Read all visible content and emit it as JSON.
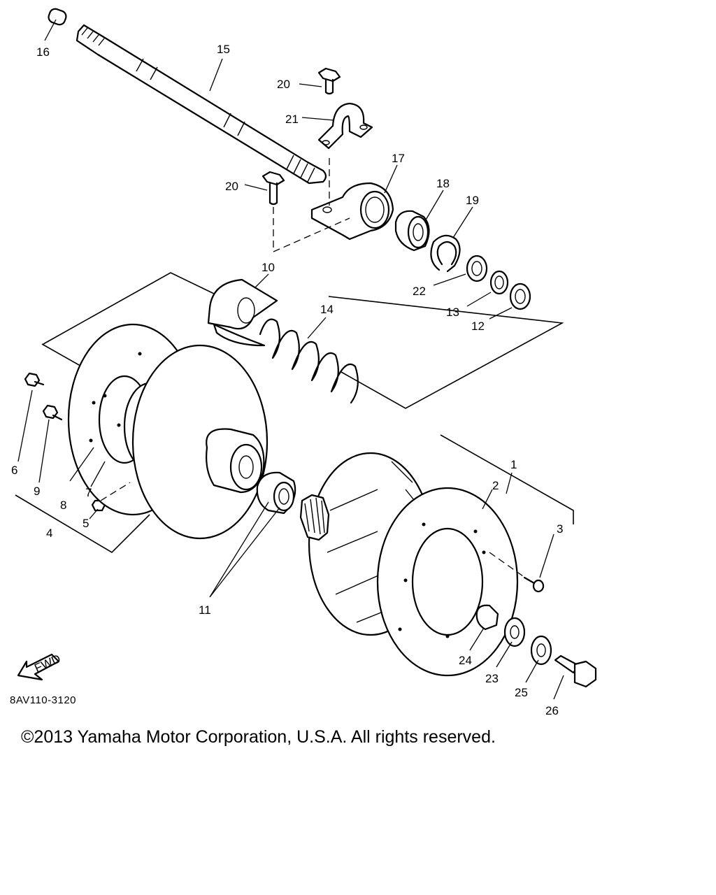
{
  "diagram_code": "8AV110-3120",
  "copyright": "©2013 Yamaha Motor Corporation, U.S.A. All rights reserved.",
  "fwd_label": "FWD",
  "labels": [
    "1",
    "2",
    "3",
    "4",
    "5",
    "6",
    "7",
    "8",
    "9",
    "10",
    "11",
    "12",
    "13",
    "14",
    "15",
    "16",
    "17",
    "18",
    "19",
    "20",
    "20",
    "21",
    "22",
    "23",
    "24",
    "25",
    "26"
  ]
}
